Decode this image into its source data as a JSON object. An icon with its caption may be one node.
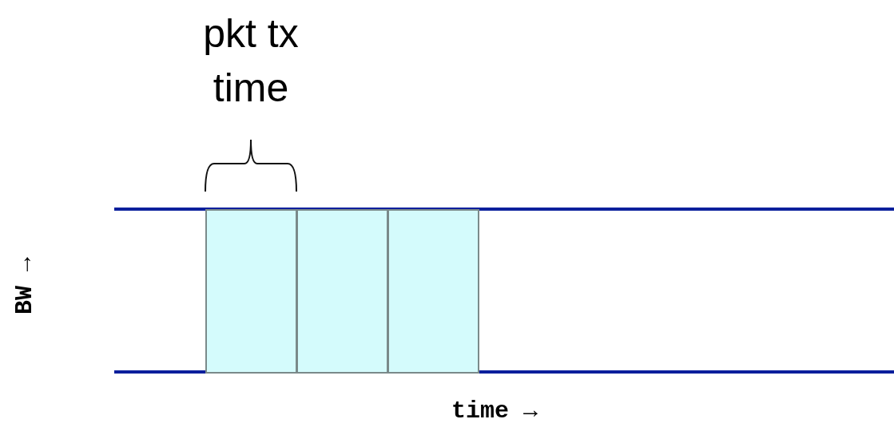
{
  "diagram": {
    "nodes": [
      {
        "text": [],
        "shape": "box"
      },
      {
        "text": [],
        "shape": "box"
      },
      {
        "text": [],
        "shape": "box"
      }
    ],
    "edges": [],
    "labels": [
      "pkt tx time",
      "BW →",
      "time →"
    ]
  }
}
